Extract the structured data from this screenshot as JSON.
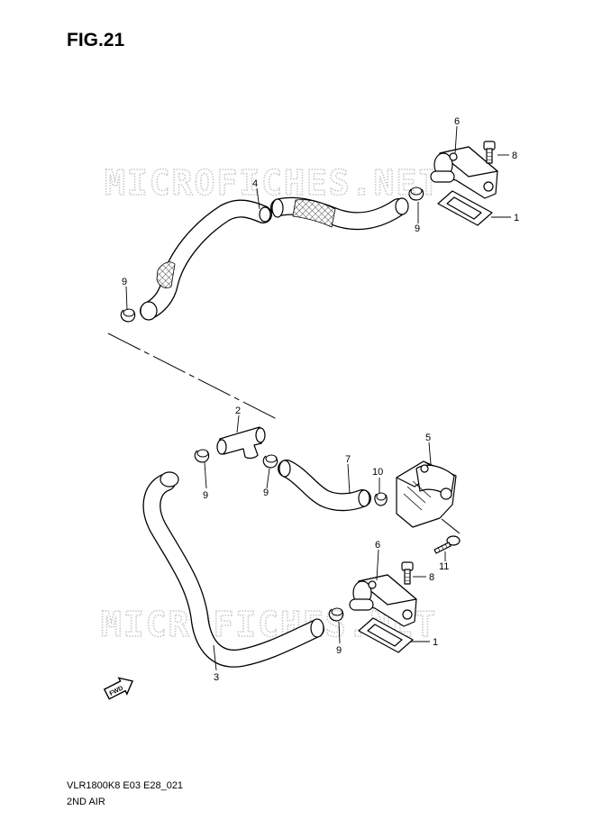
{
  "figure": {
    "title": "FIG.21",
    "code": "VLR1800K8 E03 E28_021",
    "name": "2ND AIR"
  },
  "watermark": {
    "top": "MICROFICHES.NET",
    "bottom": "MICROFICHES.NET"
  },
  "fwd_label": "FWD",
  "callouts": {
    "c1a": "1",
    "c1b": "1",
    "c2": "2",
    "c3": "3",
    "c4": "4",
    "c5": "5",
    "c6a": "6",
    "c6b": "6",
    "c7": "7",
    "c8a": "8",
    "c8b": "8",
    "c9a": "9",
    "c9b": "9",
    "c9c": "9",
    "c9d": "9",
    "c9e": "9",
    "c10": "10",
    "c11": "11"
  }
}
